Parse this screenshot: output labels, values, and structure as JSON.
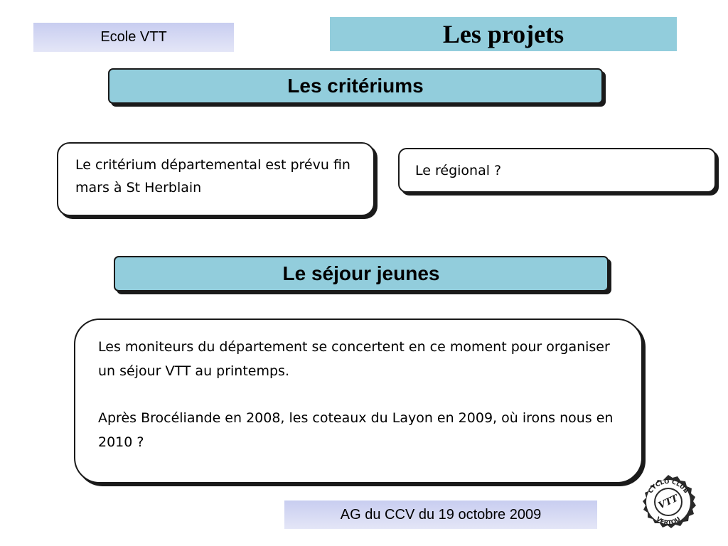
{
  "header": {
    "left_label": "Ecole VTT",
    "title": "Les projets"
  },
  "sections": {
    "criteriums": {
      "title": "Les critériums",
      "departmental": "Le critérium départemental est prévu fin mars à St Herblain",
      "regional": "Le régional ?"
    },
    "sejour": {
      "title": "Le séjour jeunes",
      "paragraph_1": "Les moniteurs du département se concertent en ce moment pour organiser un séjour VTT au printemps.",
      "paragraph_2": "Après Brocéliande en 2008, les coteaux du Layon en 2009, où irons nous en 2010 ?"
    }
  },
  "footer": {
    "label": "AG du CCV du 19 octobre 2009"
  },
  "logo": {
    "top_text": "CYCLO CLUB",
    "center_text": "VTT",
    "bottom_text": "VERTOU"
  },
  "colors": {
    "title_fill": "#92cddc",
    "label_gradient_top": "#c8cdf0",
    "label_gradient_bottom": "#e4e6f7",
    "outline": "#1a1a1a"
  }
}
